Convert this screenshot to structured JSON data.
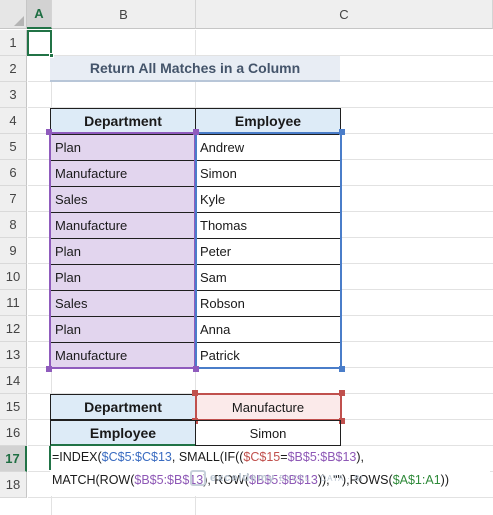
{
  "sheet": {
    "columns": [
      "A",
      "B",
      "C"
    ],
    "rows": [
      "1",
      "2",
      "3",
      "4",
      "5",
      "6",
      "7",
      "8",
      "9",
      "10",
      "11",
      "12",
      "13",
      "14",
      "15",
      "16",
      "17",
      "18"
    ],
    "selected_column": "A",
    "selected_row": "17"
  },
  "title": "Return All Matches in a Column",
  "table": {
    "headers": [
      "Department",
      "Employee"
    ],
    "rows": [
      {
        "dept": "Plan",
        "emp": "Andrew"
      },
      {
        "dept": "Manufacture",
        "emp": "Simon"
      },
      {
        "dept": "Sales",
        "emp": "Kyle"
      },
      {
        "dept": "Manufacture",
        "emp": "Thomas"
      },
      {
        "dept": "Plan",
        "emp": "Peter"
      },
      {
        "dept": "Plan",
        "emp": "Sam"
      },
      {
        "dept": "Sales",
        "emp": "Robson"
      },
      {
        "dept": "Plan",
        "emp": "Anna"
      },
      {
        "dept": "Manufacture",
        "emp": "Patrick"
      }
    ]
  },
  "lookup": {
    "dept_label": "Department",
    "dept_value": "Manufacture",
    "emp_label": "Employee",
    "emp_value": "Simon"
  },
  "formula": {
    "line1": [
      {
        "t": "=INDEX(",
        "c": ""
      },
      {
        "t": "$C$5:$C$13",
        "c": "c-c"
      },
      {
        "t": ", SMALL(IF((",
        "c": ""
      },
      {
        "t": "$C$15",
        "c": "c-r"
      },
      {
        "t": "=",
        "c": ""
      },
      {
        "t": "$B$5:$B$13",
        "c": "c-p"
      },
      {
        "t": "),",
        "c": ""
      }
    ],
    "line2": [
      {
        "t": "MATCH(ROW(",
        "c": ""
      },
      {
        "t": "$B$5:$B$13",
        "c": "c-p"
      },
      {
        "t": "), ROW(",
        "c": ""
      },
      {
        "t": "$B$5:$B$13",
        "c": "c-p"
      },
      {
        "t": ")), \"\"),ROWS(",
        "c": ""
      },
      {
        "t": "$A$1:A1",
        "c": "c-g"
      },
      {
        "t": "))",
        "c": ""
      }
    ]
  },
  "watermark": "exceldemy",
  "watermark_sub": "EXCEL · DATA · BI",
  "colors": {
    "header_fill": "#ddebf7",
    "selection_purple": "#e2d5ee",
    "ref_blue": "#4a7dc9",
    "ref_red": "#c0504d",
    "active_green": "#217346"
  }
}
